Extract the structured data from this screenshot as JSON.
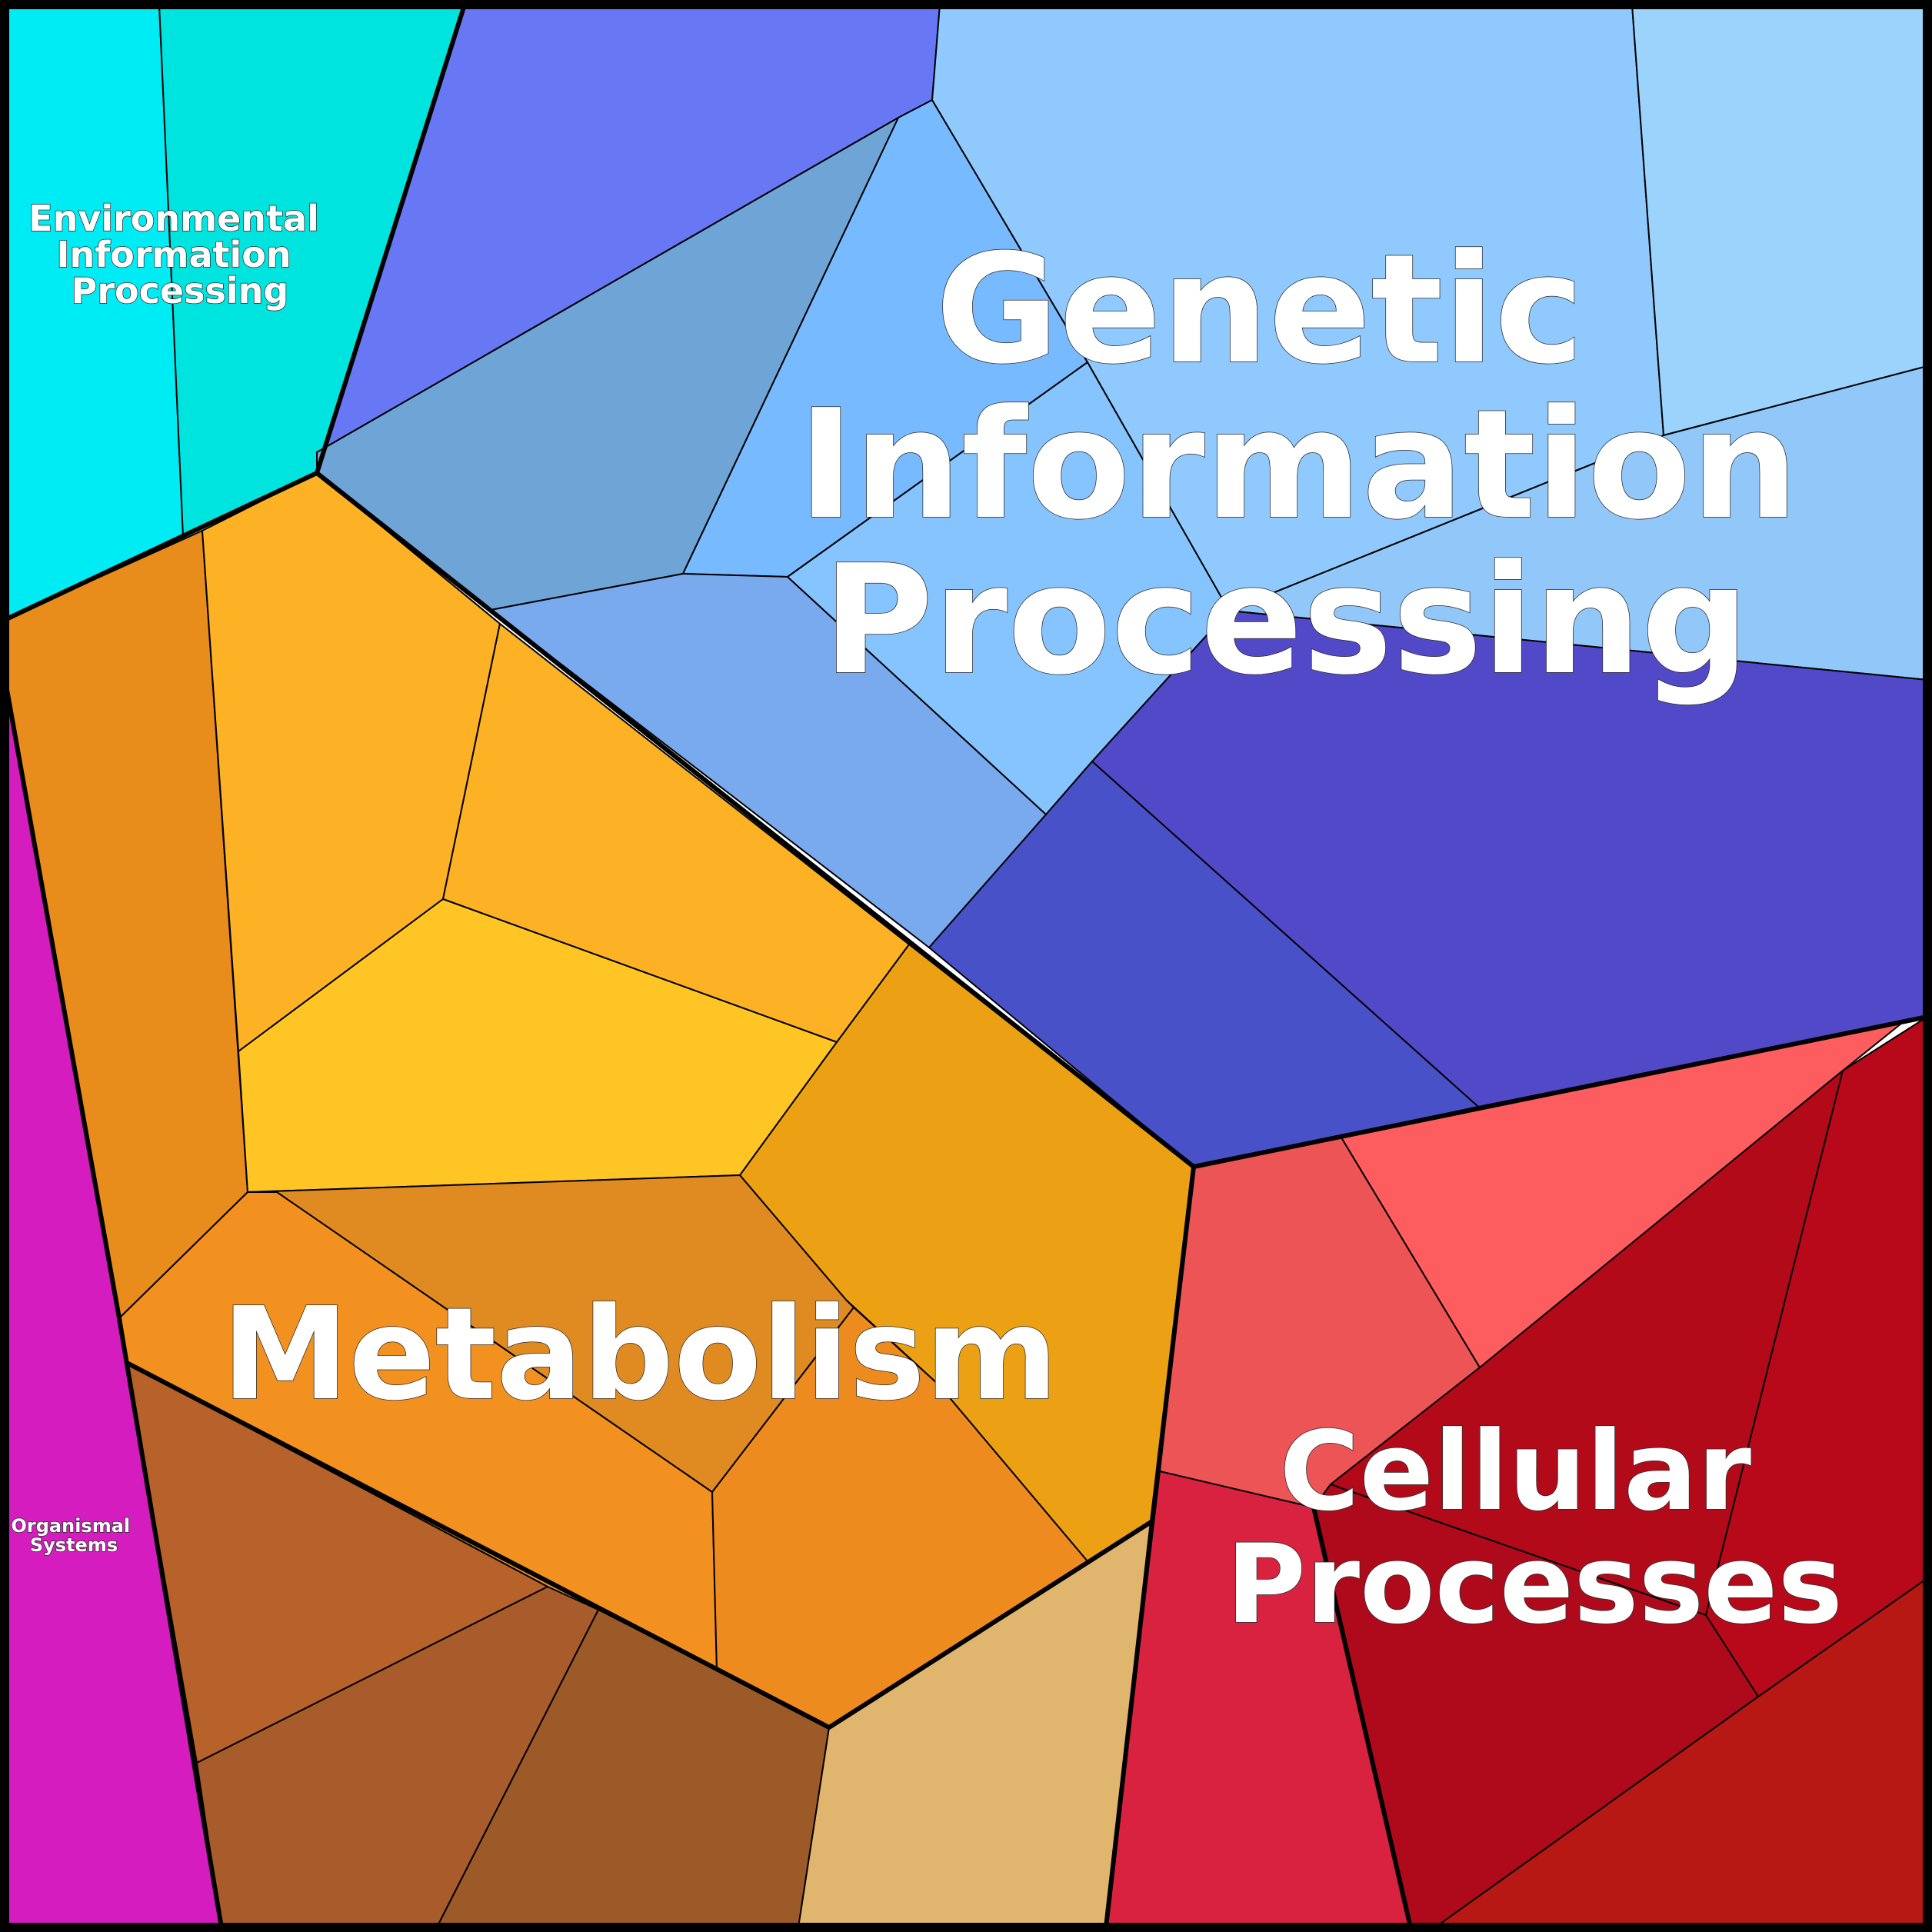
{
  "diagram": {
    "type": "voronoi-treemap",
    "categories": [
      {
        "key": "environmental",
        "label_lines": [
          "Environmental",
          "Information",
          "Processing"
        ],
        "color": "#00ecf5"
      },
      {
        "key": "genetic",
        "label_lines": [
          "Genetic",
          "Information",
          "Processing"
        ],
        "color": "#8fc8ff"
      },
      {
        "key": "metabolism",
        "label_lines": [
          "Metabolism"
        ],
        "color": "#f29222"
      },
      {
        "key": "cellular",
        "label_lines": [
          "Cellular",
          "Processes"
        ],
        "color": "#b30a1a"
      },
      {
        "key": "organismal",
        "label_lines": [
          "Organismal",
          "Systems"
        ],
        "color": "#d51cbf"
      }
    ]
  }
}
